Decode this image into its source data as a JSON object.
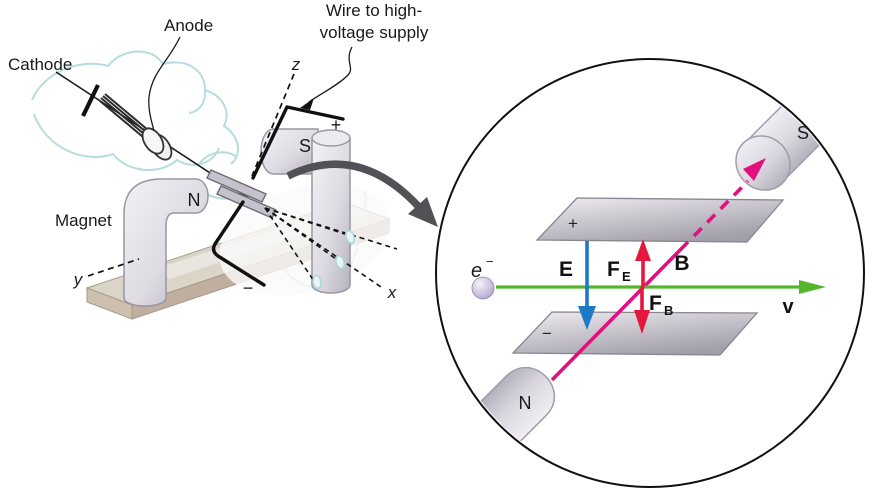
{
  "apparatus": {
    "labels": {
      "cathode": "Cathode",
      "anode": "Anode",
      "wire_supply_line1": "Wire to high-",
      "wire_supply_line2": "voltage supply",
      "magnet": "Magnet",
      "pole_n": "N",
      "pole_s": "S",
      "plus_terminal": "+",
      "minus_terminal": "−",
      "axis_x": "x",
      "axis_y": "y",
      "axis_z": "z"
    }
  },
  "inset": {
    "labels": {
      "electron_symbol": "e",
      "electron_charge": "−",
      "electric_field": "E",
      "force_letter": "F",
      "force_electric_sub": "E",
      "force_magnetic_sub": "B",
      "magnetic_field": "B",
      "velocity": "v",
      "plate_plus": "+",
      "plate_minus": "−",
      "pole_n": "N",
      "pole_s": "S"
    }
  },
  "colors": {
    "velocity_green": "#53b62c",
    "electric_blue": "#1d7ac4",
    "force_red": "#e6173e",
    "field_magenta": "#e40f7e",
    "tube_cyan": "#a9d6d9"
  }
}
